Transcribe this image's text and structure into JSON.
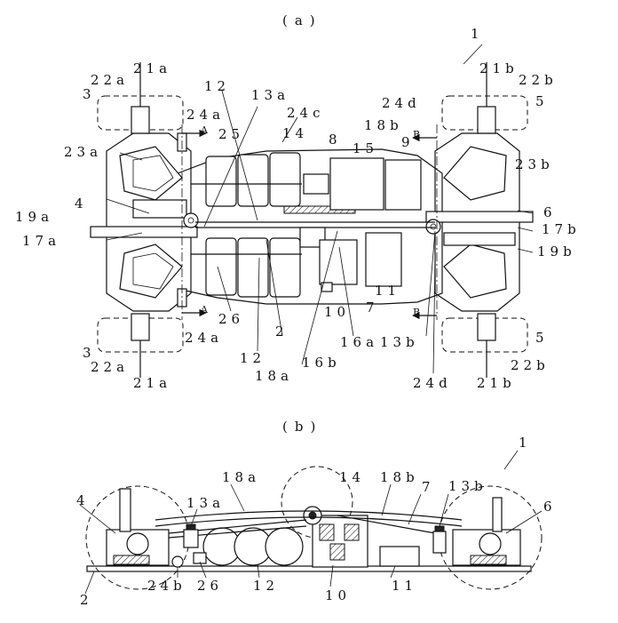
{
  "captions": {
    "a": "(a)",
    "b": "(b)"
  },
  "labels_a": {
    "ref_1": "1",
    "l21a_top": "21a",
    "l22a_top": "22a",
    "l3_top": "3",
    "l21b_top": "21b",
    "l22b_top": "22b",
    "l5_top": "5",
    "l12_top": "12",
    "l13a": "13a",
    "l24c": "24c",
    "l24a_top": "24a",
    "l25": "25",
    "l14": "14",
    "l8": "8",
    "l15": "15",
    "l18b": "18b",
    "l9": "9",
    "l24d_top": "24d",
    "l23a": "23a",
    "l23b": "23b",
    "l4": "4",
    "l19a": "19a",
    "l17a": "17a",
    "l6": "6",
    "l17b": "17b",
    "l19b": "19b",
    "l11": "11",
    "l7": "7",
    "l26": "26",
    "l10": "10",
    "l2": "2",
    "l12_bot": "12",
    "l16a": "16a",
    "l13b": "13b",
    "l18a": "18a",
    "l16b": "16b",
    "l24a_bot": "24a",
    "l3_bot": "3",
    "l22a_bot": "22a",
    "l21a_bot": "21a",
    "l5_bot": "5",
    "l22b_bot": "22b",
    "l21b_bot": "21b",
    "l24d_bot": "24d",
    "sec_A1": "A",
    "sec_A2": "A",
    "sec_B1": "B",
    "sec_B2": "B"
  },
  "labels_b": {
    "ref_1": "1",
    "l18a": "18a",
    "l14": "14",
    "l18b": "18b",
    "l13a": "13a",
    "l13b": "13b",
    "l7": "7",
    "l4": "4",
    "l6": "6",
    "l2": "2",
    "l24b": "24b",
    "l26": "26",
    "l12": "12",
    "l10": "10",
    "l11": "11"
  }
}
